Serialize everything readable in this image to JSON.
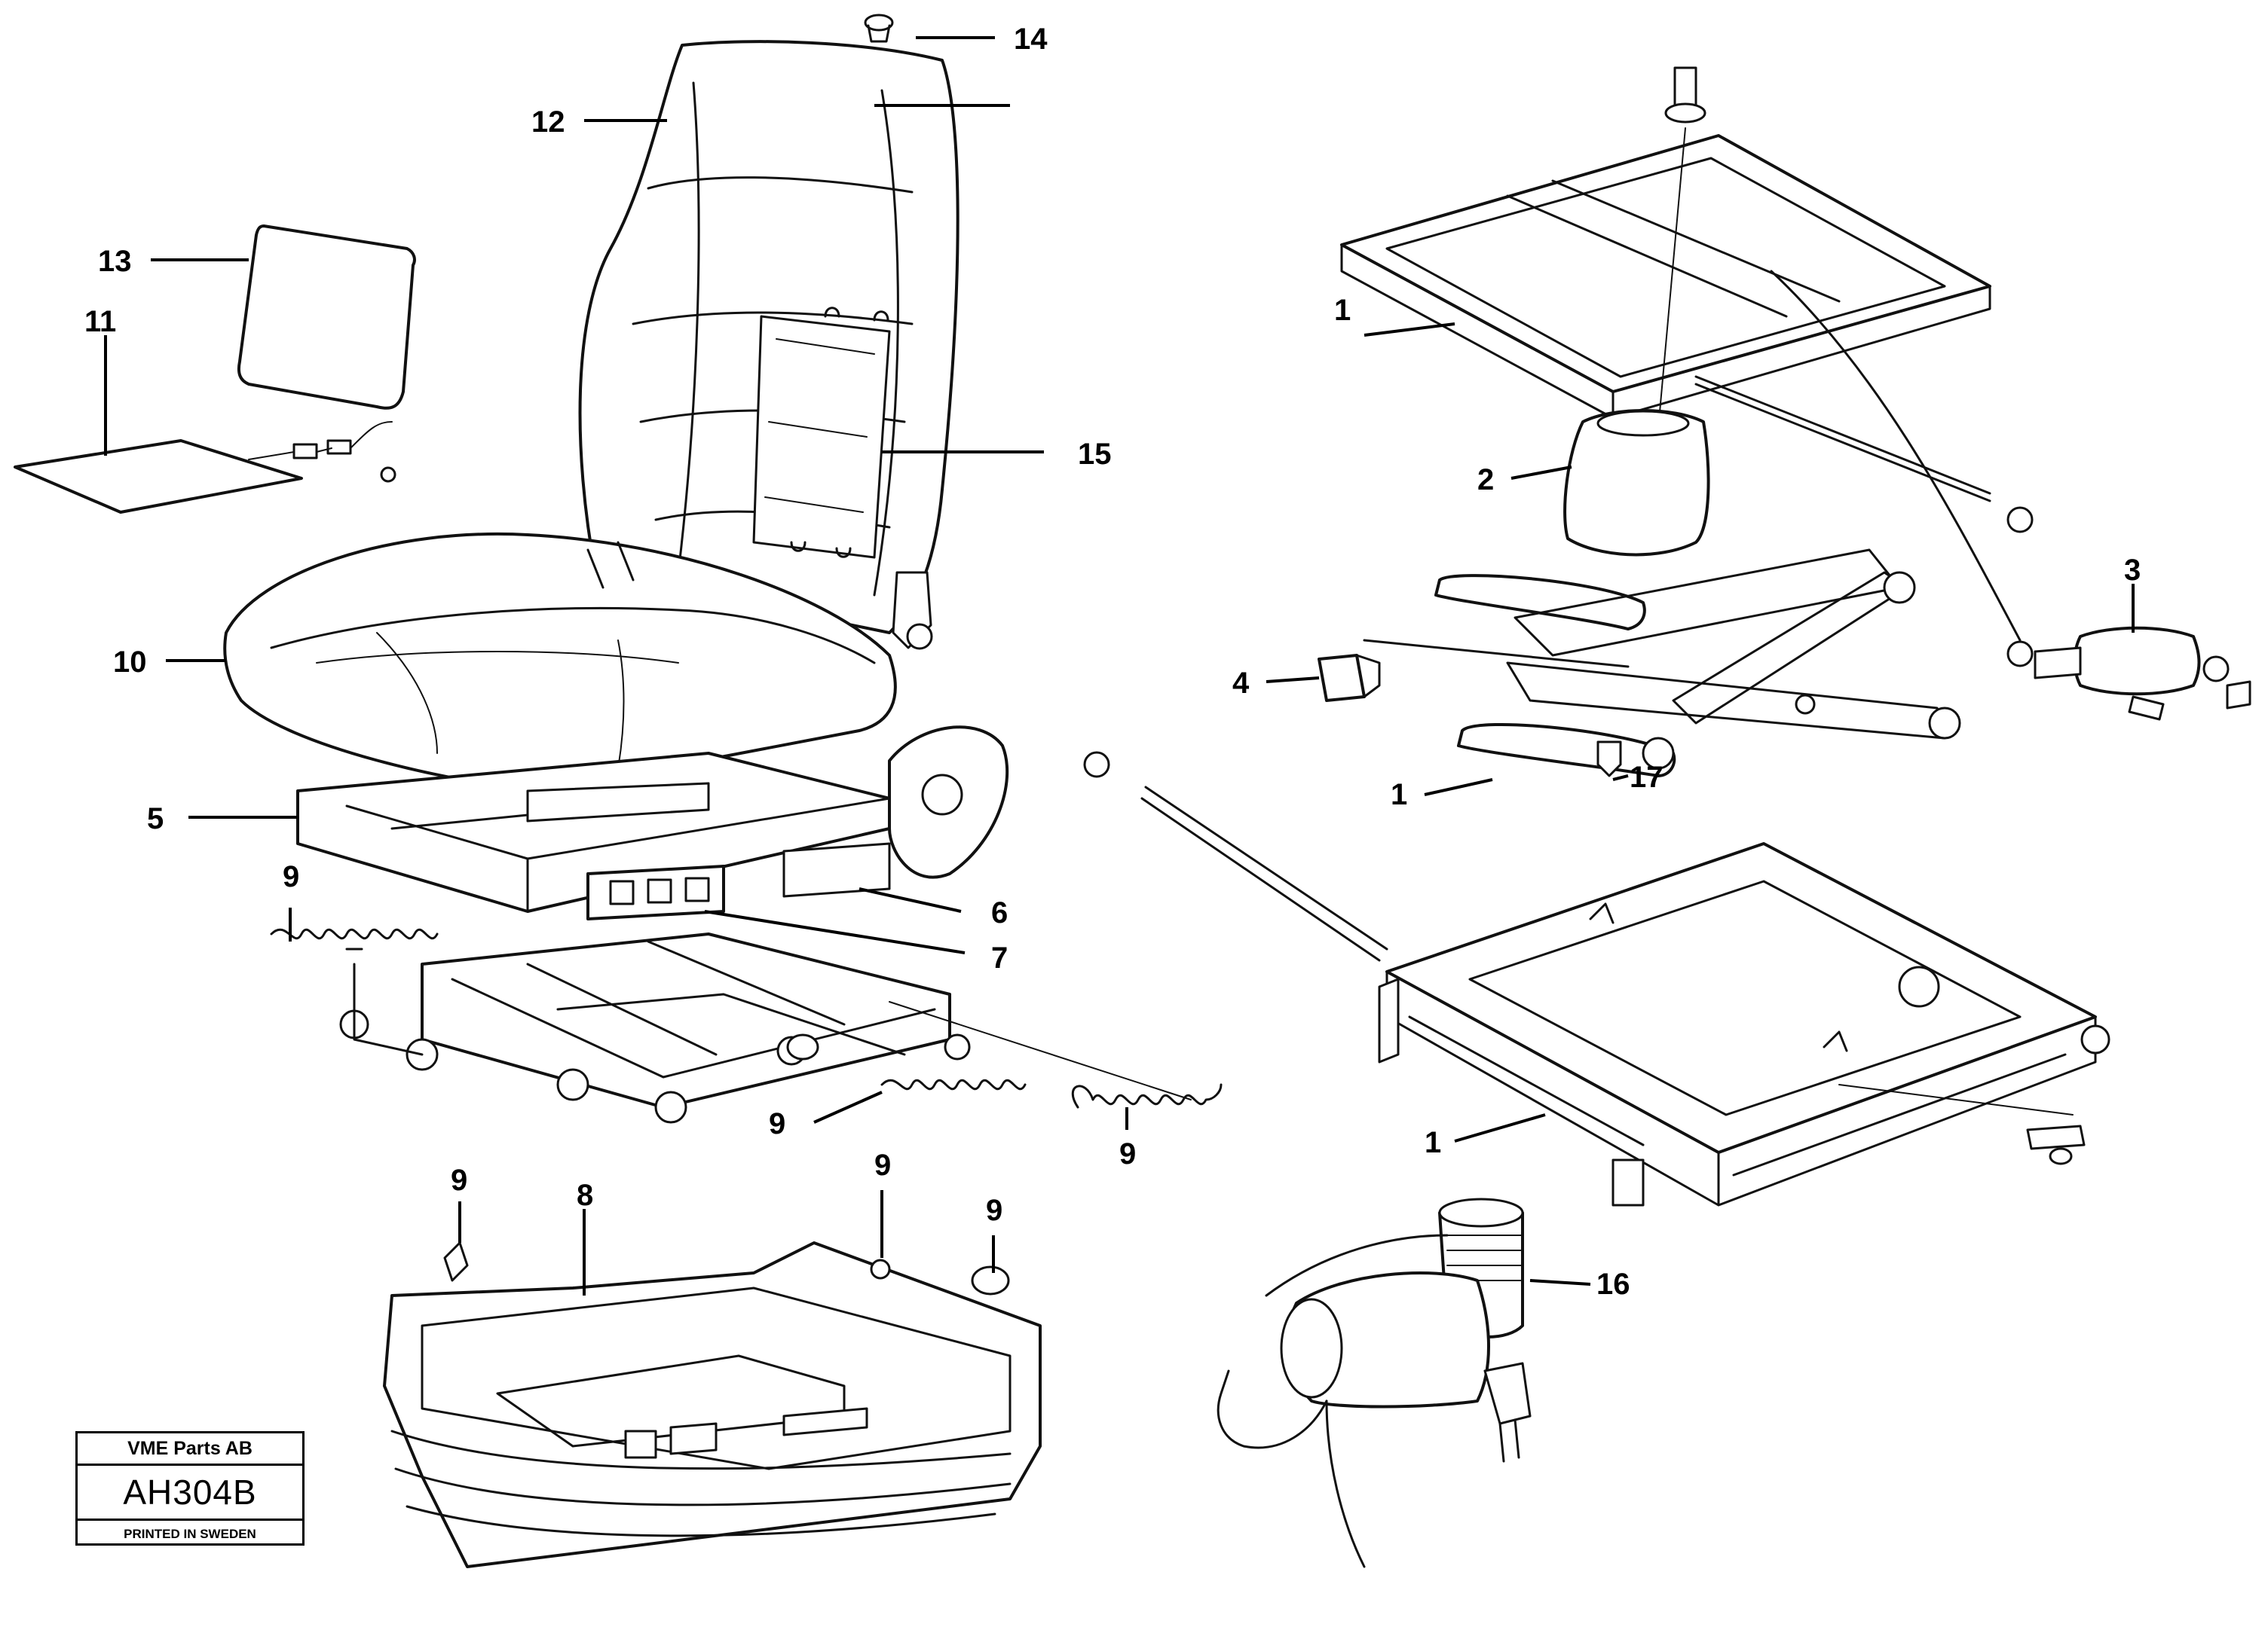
{
  "callouts": {
    "c1a": "1",
    "c1b": "1",
    "c1c": "1",
    "c2": "2",
    "c3": "3",
    "c4": "4",
    "c5": "5",
    "c6": "6",
    "c7": "7",
    "c8": "8",
    "c9a": "9",
    "c9b": "9",
    "c9c": "9",
    "c9d": "9",
    "c9e": "9",
    "c9f": "9",
    "c10": "10",
    "c11": "11",
    "c12": "12",
    "c13": "13",
    "c14": "14",
    "c15": "15",
    "c16": "16",
    "c17": "17"
  },
  "stamp": {
    "company": "VME Parts AB",
    "code": "AH304B",
    "printed": "PRINTED IN SWEDEN"
  }
}
